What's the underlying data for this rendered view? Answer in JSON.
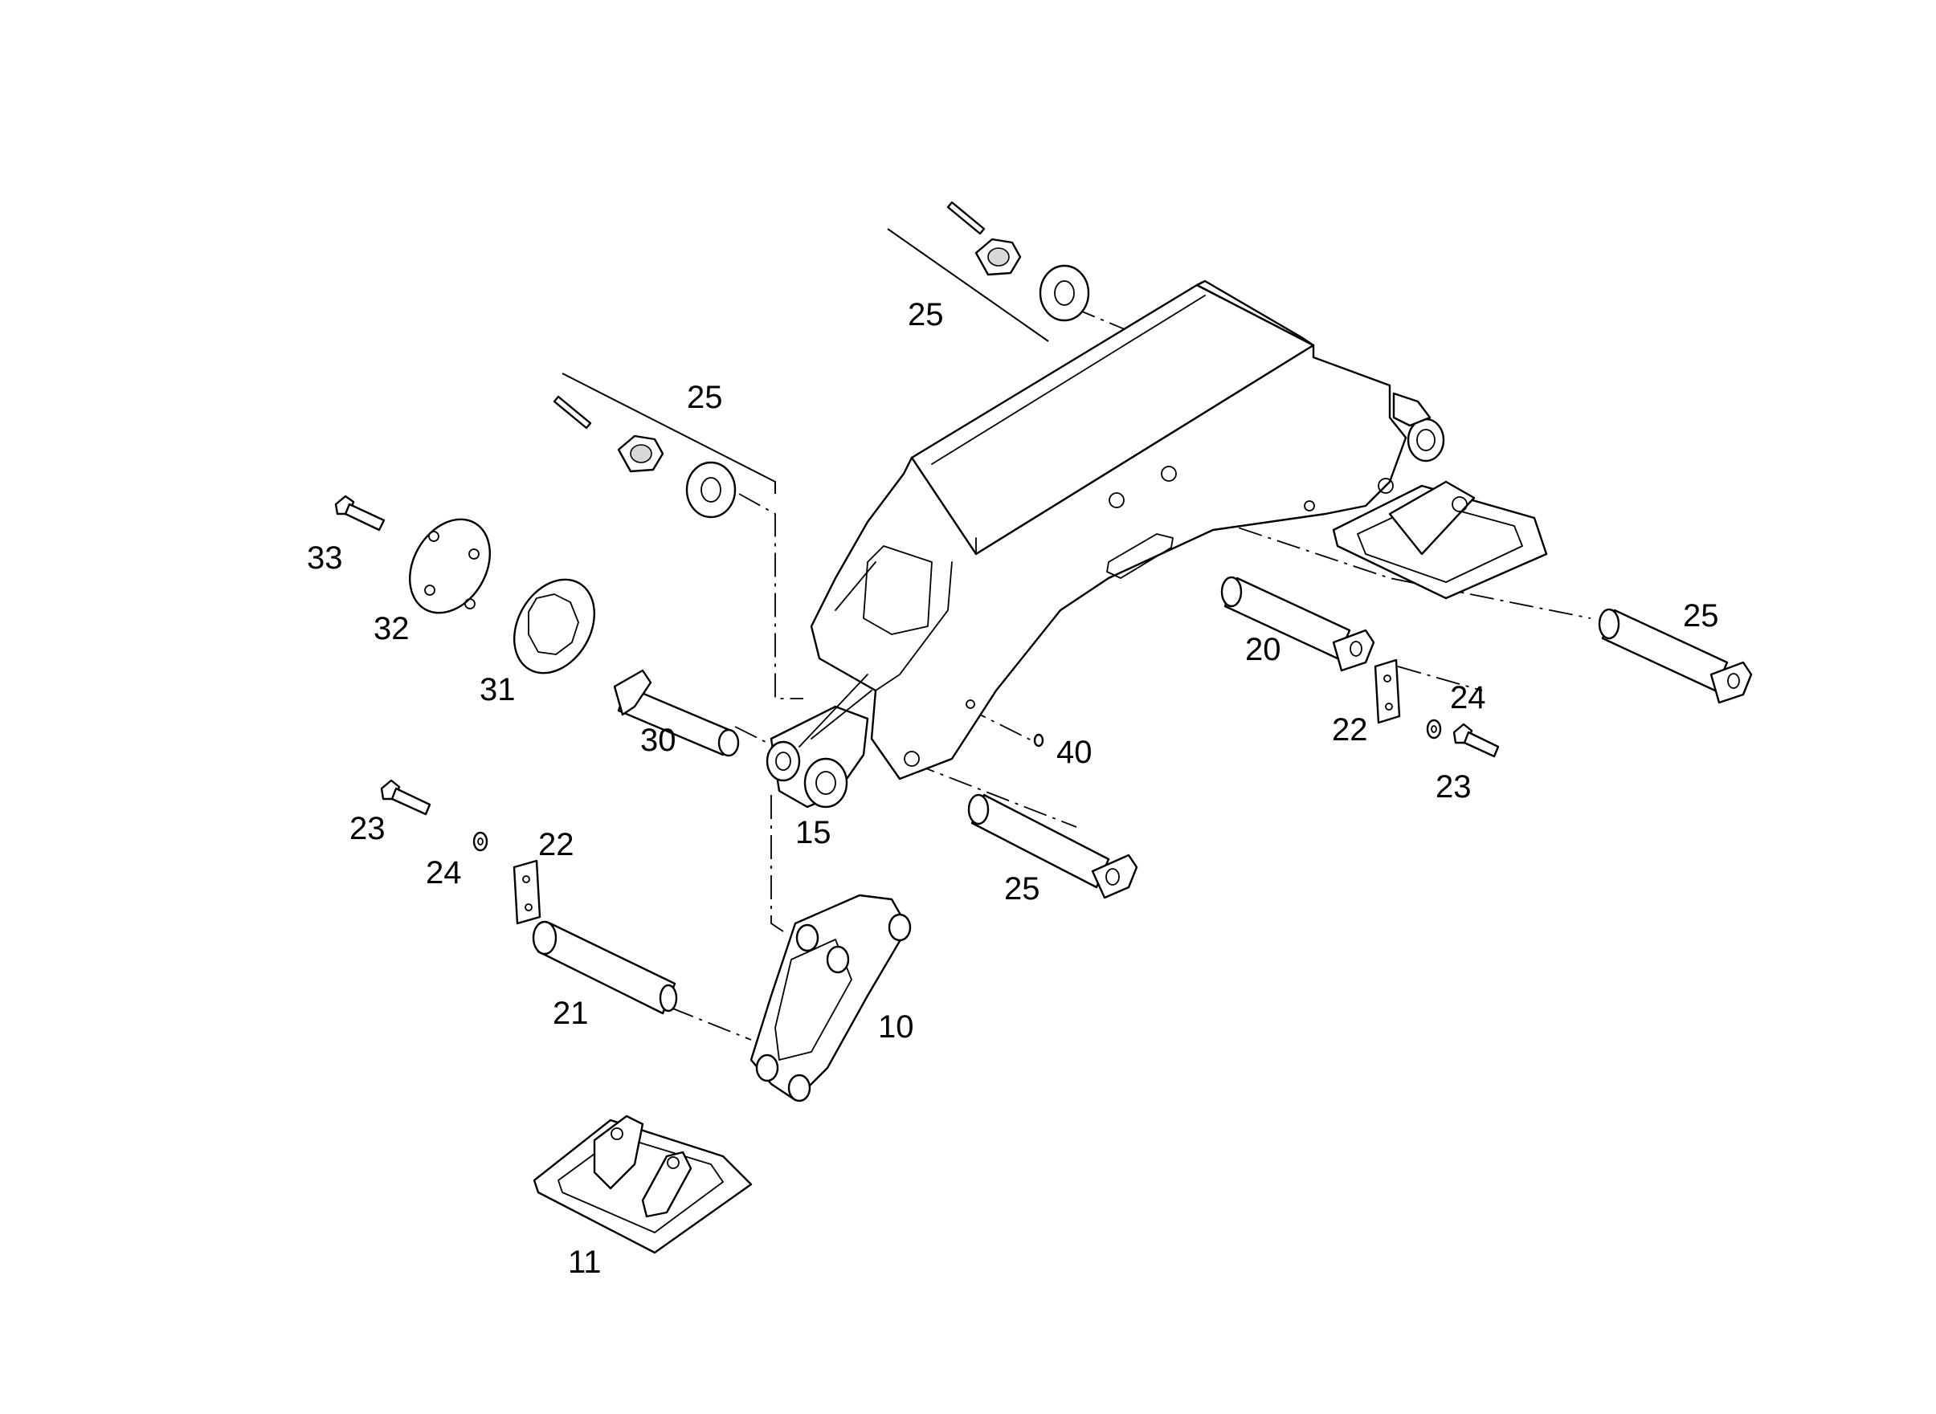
{
  "callouts": {
    "c25_top": "25",
    "c25_left": "25",
    "c25_right": "25",
    "c25_bottom": "25",
    "c33": "33",
    "c32": "32",
    "c31": "31",
    "c30": "30",
    "c15": "15",
    "c40": "40",
    "c20": "20",
    "c22_right": "22",
    "c24_right": "24",
    "c23_right": "23",
    "c23_left": "23",
    "c24_left": "24",
    "c22_left": "22",
    "c21": "21",
    "c10": "10",
    "c11": "11"
  }
}
